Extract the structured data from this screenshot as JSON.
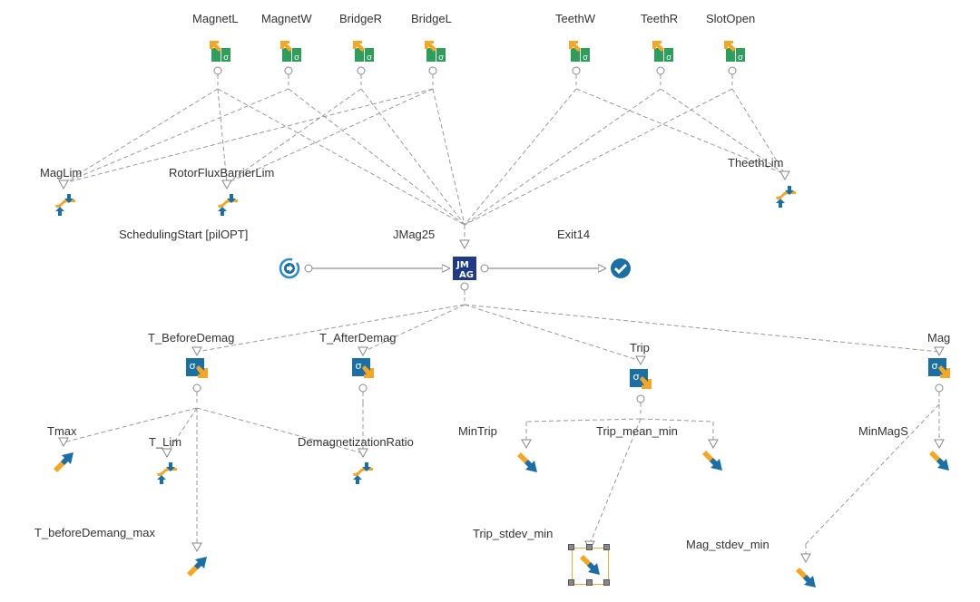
{
  "canvas": {
    "background": "#ffffff",
    "wire_color": "#999999",
    "flow_color": "#777777"
  },
  "colors": {
    "green": "#2e9e5b",
    "orange": "#f5a623",
    "blue": "#1a6fa5",
    "navy": "#1f3b88",
    "teal": "#2a8cc8"
  },
  "design_vars": [
    {
      "label": "MagnetL",
      "icon": "design-variable-icon"
    },
    {
      "label": "MagnetW",
      "icon": "design-variable-icon"
    },
    {
      "label": "BridgeR",
      "icon": "design-variable-icon"
    },
    {
      "label": "BridgeL",
      "icon": "design-variable-icon"
    },
    {
      "label": "TeethW",
      "icon": "design-variable-icon"
    },
    {
      "label": "TeethR",
      "icon": "design-variable-icon"
    },
    {
      "label": "SlotOpen",
      "icon": "design-variable-icon"
    }
  ],
  "constraints_top": [
    {
      "label": "MagLim",
      "icon": "constraint-icon"
    },
    {
      "label": "RotorFluxBarrierLim",
      "icon": "constraint-icon"
    },
    {
      "label": "TheethLim",
      "icon": "constraint-icon"
    }
  ],
  "flow": {
    "start": {
      "label": "SchedulingStart [pilOPT]",
      "icon": "scheduler-start-icon"
    },
    "solver": {
      "label": "JMag25",
      "icon": "jmag-logo-icon",
      "logo_text": [
        "JM",
        "AG"
      ]
    },
    "exit": {
      "label": "Exit14",
      "icon": "exit-check-icon"
    }
  },
  "outputs": [
    {
      "label": "T_BeforeDemag",
      "icon": "output-variable-icon"
    },
    {
      "label": "T_AfterDemag",
      "icon": "output-variable-icon"
    },
    {
      "label": "Trip",
      "icon": "output-variable-icon"
    },
    {
      "label": "Mag",
      "icon": "output-variable-icon"
    }
  ],
  "objectives": [
    {
      "label": "Tmax",
      "icon": "maximize-objective-icon"
    },
    {
      "label": "T_Lim",
      "icon": "constraint-icon"
    },
    {
      "label": "DemagnetizationRatio",
      "icon": "constraint-icon"
    },
    {
      "label": "T_beforeDemang_max",
      "icon": "maximize-objective-icon"
    },
    {
      "label": "MinTrip",
      "icon": "minimize-objective-icon"
    },
    {
      "label": "Trip_mean_min",
      "icon": "minimize-objective-icon"
    },
    {
      "label": "Trip_stdev_min",
      "icon": "minimize-objective-icon",
      "selected": true
    },
    {
      "label": "MinMagS",
      "icon": "minimize-objective-icon"
    },
    {
      "label": "Mag_stdev_min",
      "icon": "minimize-objective-icon"
    }
  ]
}
